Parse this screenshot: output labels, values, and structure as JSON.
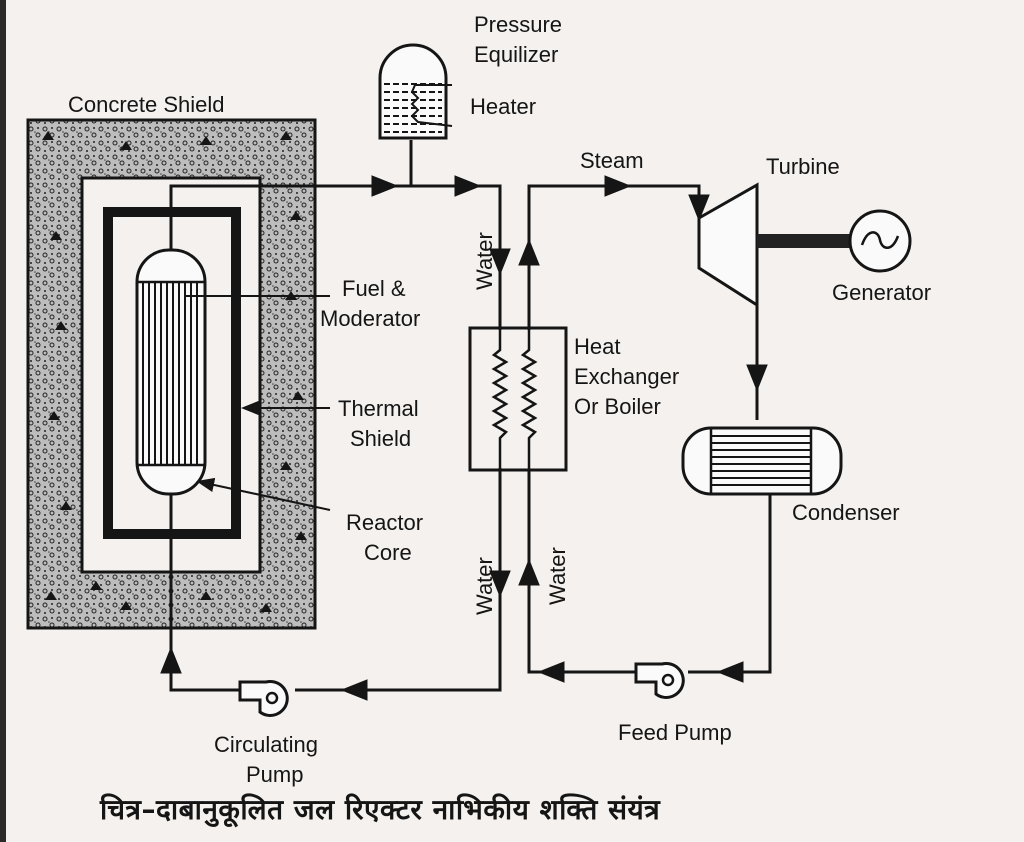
{
  "diagram": {
    "title_caption": "चित्र–दाबानुकूलित जल रिएक्टर नाभिकीय शक्ति संयंत्र",
    "labels": {
      "concrete_shield": "Concrete Shield",
      "pressure_equalizer_line1": "Pressure",
      "pressure_equalizer_line2": "Equilizer",
      "heater": "Heater",
      "steam": "Steam",
      "turbine": "Turbine",
      "generator": "Generator",
      "fuel_line1": "Fuel &",
      "fuel_line2": "Moderator",
      "thermal_line1": "Thermal",
      "thermal_line2": "Shield",
      "reactor_line1": "Reactor",
      "reactor_line2": "Core",
      "heat_exchanger_line1": "Heat",
      "heat_exchanger_line2": "Exchanger",
      "heat_exchanger_line3": "Or Boiler",
      "condenser": "Condenser",
      "water_top": "Water",
      "water_bottom_left": "Water",
      "water_bottom_right": "Water",
      "circulating_pump_line1": "Circulating",
      "circulating_pump_line2": "Pump",
      "feed_pump": "Feed Pump"
    },
    "components": [
      "concrete-shield",
      "thermal-shield",
      "reactor-core",
      "pressure-equalizer",
      "heater",
      "heat-exchanger",
      "turbine",
      "generator",
      "condenser",
      "circulating-pump",
      "feed-pump"
    ],
    "colors": {
      "ink": "#151515",
      "paper": "#f4f1ee",
      "concrete": "#9a9a9a"
    }
  }
}
